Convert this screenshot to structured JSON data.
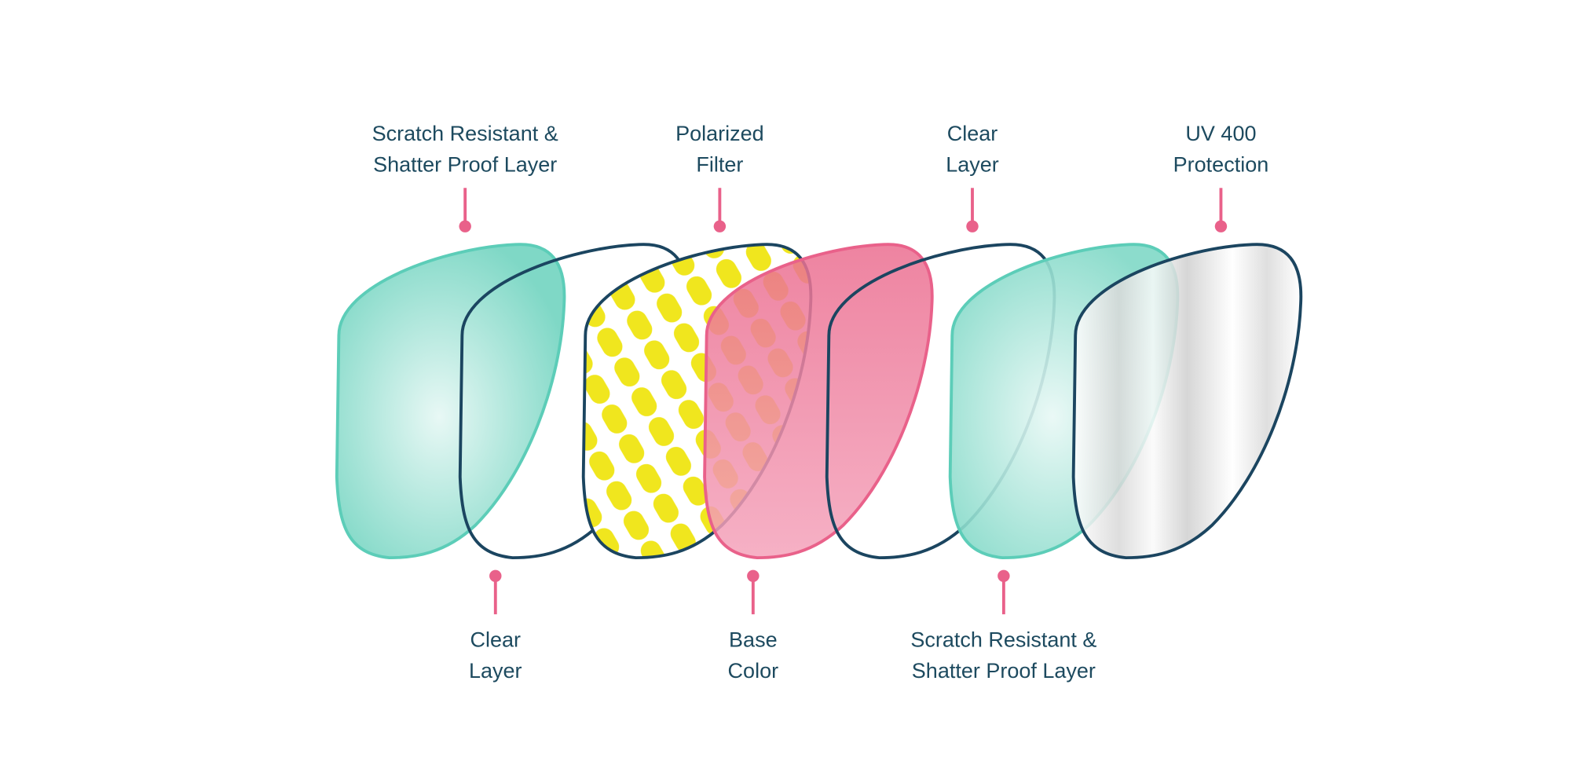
{
  "title": "Lens layers diagram",
  "colors": {
    "teal": "#5ccdb8",
    "navy": "#1b4560",
    "pink": "#e9618a",
    "yellow": "#f0e61e",
    "text": "#1d4a5f"
  },
  "labels_top": [
    {
      "line1": "Scratch Resistant &",
      "line2": "Shatter Proof Layer"
    },
    {
      "line1": "Polarized",
      "line2": "Filter"
    },
    {
      "line1": "Clear",
      "line2": "Layer"
    },
    {
      "line1": "UV 400",
      "line2": "Protection"
    }
  ],
  "labels_bottom": [
    {
      "line1": "Clear",
      "line2": "Layer"
    },
    {
      "line1": "Base",
      "line2": "Color"
    },
    {
      "line1": "Scratch Resistant &",
      "line2": "Shatter Proof Layer"
    }
  ]
}
